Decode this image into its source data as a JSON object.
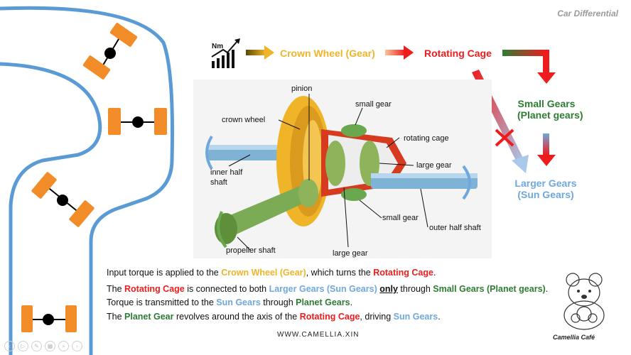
{
  "corner_title": "Car Differential",
  "flow": {
    "torque_icon_label": "Nm",
    "crown_wheel": "Crown Wheel (Gear)",
    "rotating_cage": "Rotating Cage",
    "small_gears": [
      "Small Gears",
      "(Planet gears)"
    ],
    "larger_gears": [
      "Larger Gears",
      "(Sun Gears)"
    ]
  },
  "diagram_labels": {
    "pinion": "pinion",
    "crown_wheel": "crown wheel",
    "small_gear_top": "small gear",
    "rotating_cage": "rotating cage",
    "large_gear_right": "large gear",
    "inner_half_shaft": [
      "inner half",
      "shaft"
    ],
    "small_gear_bottom": "small gear",
    "outer_half_shaft": "outer  half shaft",
    "propeller_shaft": "propeller shaft",
    "large_gear_bottom": "large gear"
  },
  "description": {
    "l1": [
      "Input torque is applied to the ",
      "Crown Wheel (Gear)",
      ", which turns the ",
      "Rotating Cage",
      "."
    ],
    "l2": [
      "The ",
      "Rotating Cage",
      " is connected to both ",
      "Larger Gears (Sun Gears)",
      " ",
      "only",
      " through  ",
      "Small Gears (Planet gears)",
      "."
    ],
    "l3": [
      "Torque is transmitted to the ",
      "Sun Gears",
      " through ",
      "Planet Gears",
      "."
    ],
    "l4": [
      "The ",
      "Planet Gear",
      " revolves around the axis of the ",
      "Rotating Cage",
      ", driving ",
      "Sun Gears",
      "."
    ]
  },
  "website": "WWW.CAMELLIA.XIN",
  "logo_text": "Camellia Café",
  "colors": {
    "crown": "#f0b429",
    "cage": "#ee1c1c",
    "planet": "#2e7d32",
    "sun": "#6fa8dc",
    "road": "#5b9bd5",
    "wheel": "#f28c28"
  }
}
